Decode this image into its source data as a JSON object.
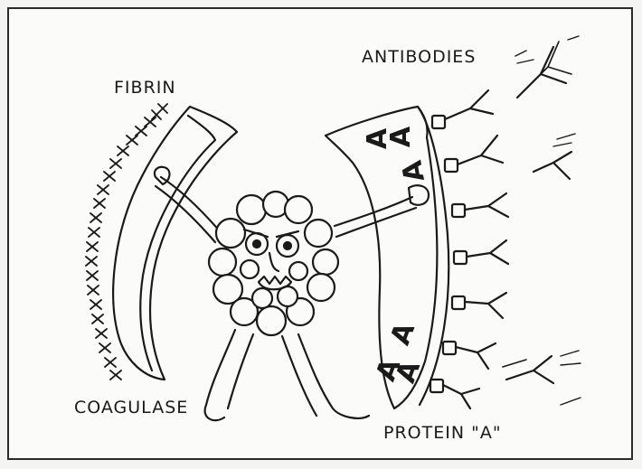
{
  "labels": {
    "fibrin": "FIBRIN",
    "antibodies": "ANTIBODIES",
    "coagulase": "COAGULASE",
    "protein_a": "PROTEIN \"A\""
  },
  "shield_letters": [
    "A",
    "A",
    "A",
    "A",
    "A",
    "A"
  ],
  "colors": {
    "ink": "#1a1a1a",
    "paper": "#fbfbf9",
    "border": "#2a2a2a"
  }
}
